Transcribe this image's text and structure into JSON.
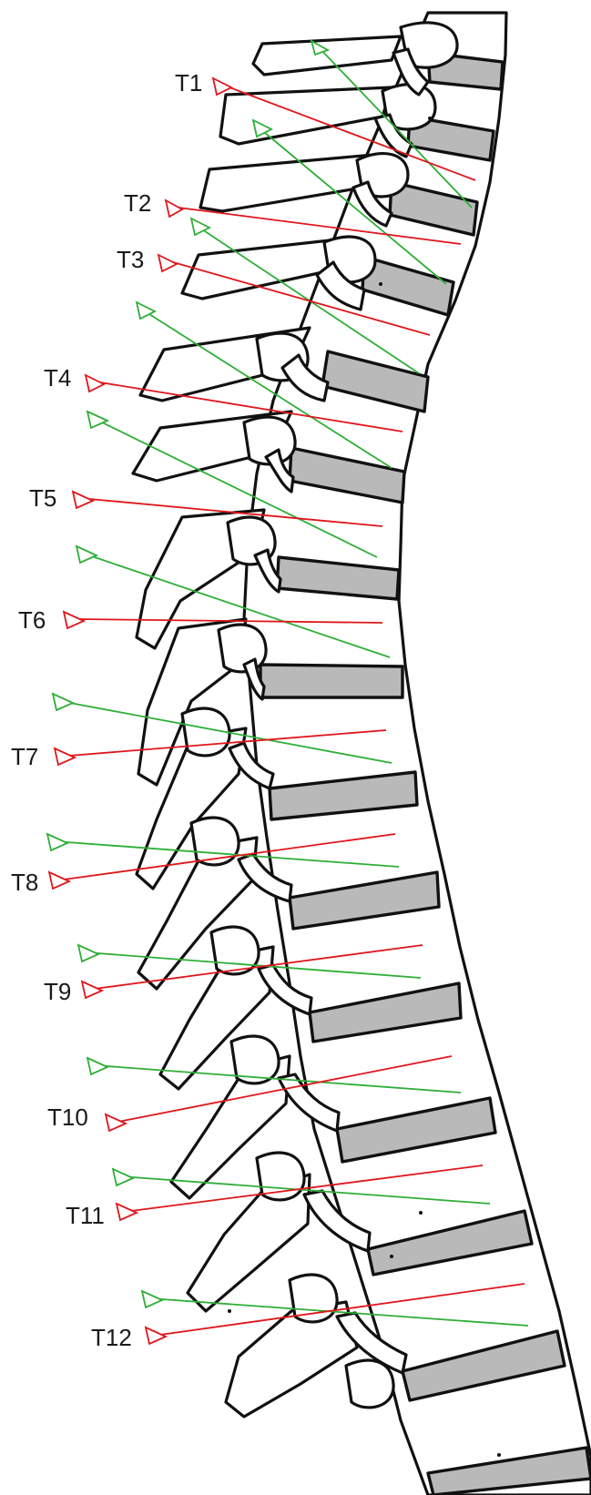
{
  "diagram": {
    "colors": {
      "background": "#ffffff",
      "outline": "#111111",
      "disc_fill": "#b9b9b9",
      "label_text": "#1a1a1a",
      "red_marker": "#e0161b",
      "green_marker": "#2fae37"
    },
    "vertebrae": [
      {
        "label": "T1"
      },
      {
        "label": "T2"
      },
      {
        "label": "T3"
      },
      {
        "label": "T4"
      },
      {
        "label": "T5"
      },
      {
        "label": "T6"
      },
      {
        "label": "T7"
      },
      {
        "label": "T8"
      },
      {
        "label": "T9"
      },
      {
        "label": "T10"
      },
      {
        "label": "T11"
      },
      {
        "label": "T12"
      }
    ]
  }
}
